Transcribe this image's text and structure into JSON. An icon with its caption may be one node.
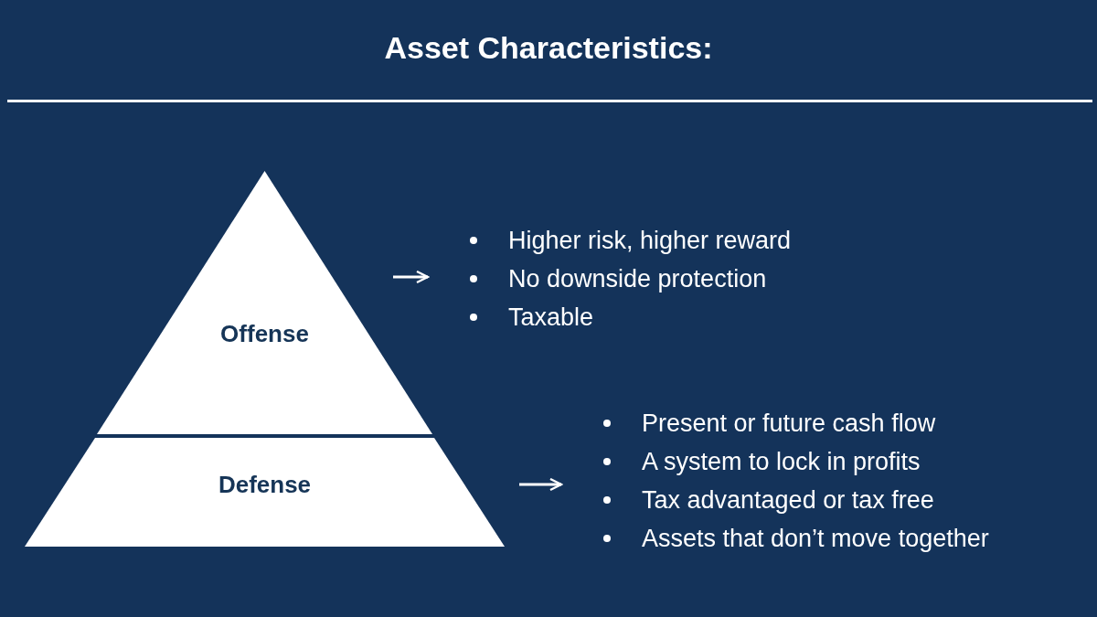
{
  "diagram": {
    "title": "Asset Characteristics:",
    "nodes": [
      {
        "text": [
          "Offense"
        ]
      },
      {
        "text": [
          "Defense"
        ]
      },
      {
        "text": [
          "Higher risk, higher reward",
          "No downside protection",
          "Taxable"
        ]
      },
      {
        "text": [
          "Present or future cash flow",
          "A system to lock in profits",
          "Tax advantaged or tax free",
          "Assets that don’t move together"
        ]
      }
    ],
    "edges": [
      {
        "from": 0,
        "to": 2,
        "arrow": "to"
      },
      {
        "from": 1,
        "to": 3,
        "arrow": "to"
      }
    ]
  }
}
